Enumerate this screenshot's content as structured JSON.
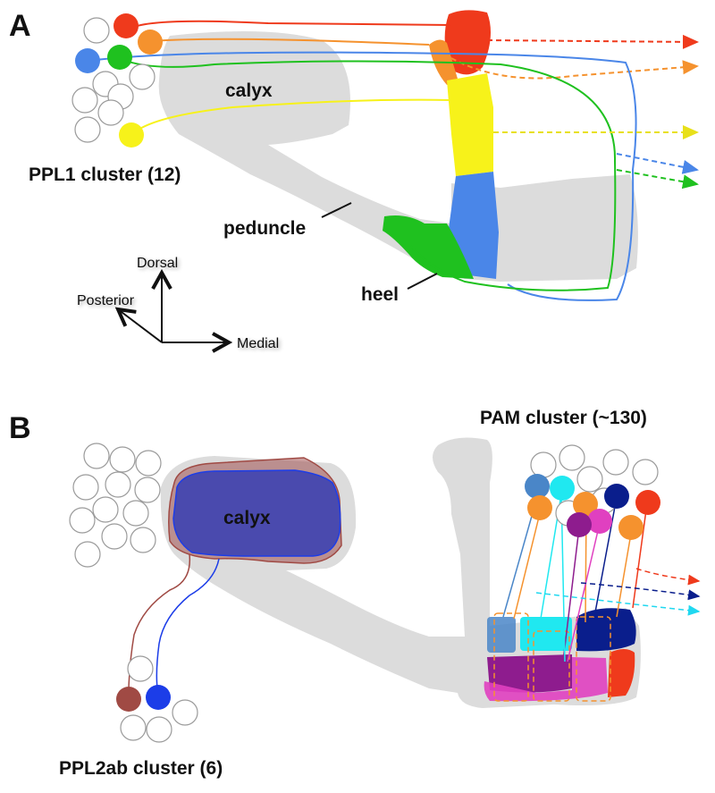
{
  "panel_a": {
    "letter": "A",
    "calyx_label": "calyx",
    "cluster_label": "PPL1 cluster (12)",
    "peduncle_label": "peduncle",
    "heel_label": "heel",
    "axes": {
      "dorsal": "Dorsal",
      "posterior": "Posterior",
      "medial": "Medial"
    },
    "neuron_colors": {
      "red": "#ef3a1c",
      "orange": "#f5922e",
      "blue": "#4a86e8",
      "green": "#1fc11f",
      "yellow": "#f7f21a"
    },
    "lobe_segment_colors": [
      "#ef3a1c",
      "#f5922e",
      "#f7f21a",
      "#4a86e8",
      "#1fc11f"
    ]
  },
  "panel_b": {
    "letter": "B",
    "calyx_label": "calyx",
    "pam_cluster_label": "PAM cluster (~130)",
    "ppl2_cluster_label": "PPL2ab cluster (6)",
    "ppl2_colors": [
      "#a04a44",
      "#1c3de8"
    ],
    "pam_colors": [
      "#4a86c8",
      "#20e8f0",
      "#f5922e",
      "#0a1e8c",
      "#ef3a1c",
      "#8e1c8e",
      "#e040c0"
    ]
  },
  "colors": {
    "mushroom_body": "#dcdcdc",
    "empty_cell_stroke": "#9a9a9a",
    "calyx_fill_b": "#4a4aae"
  }
}
